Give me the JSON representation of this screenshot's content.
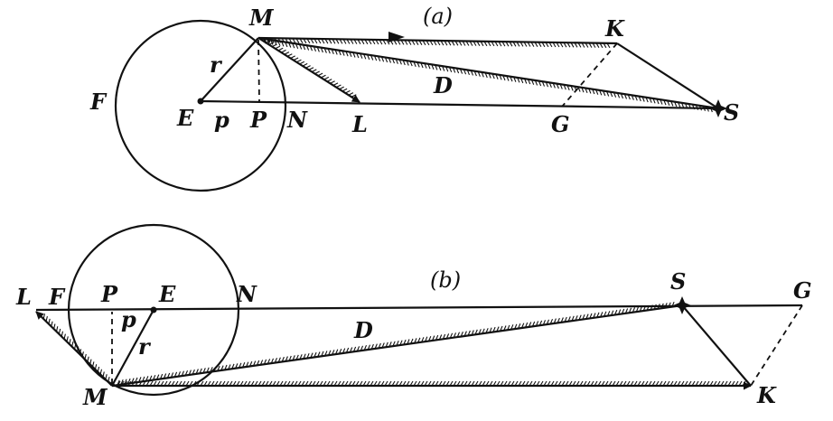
{
  "captions": {
    "a": "(a)",
    "b": "(b)"
  },
  "labels_a": {
    "M": "M",
    "K": "K",
    "r": "r",
    "D": "D",
    "F": "F",
    "E": "E",
    "p": "p",
    "P": "P",
    "N": "N",
    "L": "L",
    "G": "G",
    "S": "S"
  },
  "labels_b": {
    "L": "L",
    "F": "F",
    "P": "P",
    "E": "E",
    "N": "N",
    "b_D": "D",
    "p": "p",
    "r": "r",
    "M": "M",
    "S": "S",
    "G": "G",
    "K": "K"
  },
  "colors": {
    "ink": "#111111",
    "background": "#ffffff"
  }
}
